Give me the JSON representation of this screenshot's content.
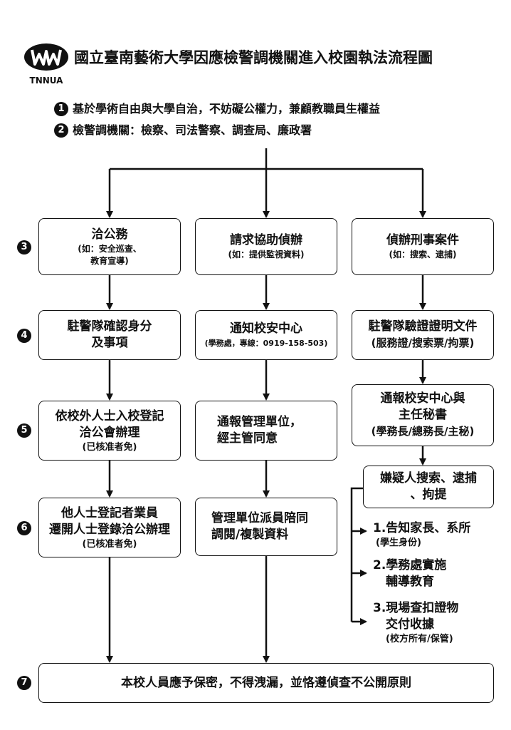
{
  "header": {
    "logo_text": "TNNUA",
    "title": "國立臺南藝術大學因應檢警調機關進入校園執法流程圖"
  },
  "notes": [
    {
      "num": "1",
      "text": "基於學術自由與大學自治，不妨礙公權力，兼顧教職員生權益"
    },
    {
      "num": "2",
      "text": "檢警調機關：檢察、司法警察、調查局、廉政署"
    }
  ],
  "row_numbers": [
    "3",
    "4",
    "5",
    "6",
    "7"
  ],
  "col1": {
    "b1": {
      "title": "洽公務",
      "sub1": "(如：安全巡查、",
      "sub2": "教育宣導)"
    },
    "b2": {
      "line1": "駐警隊確認身分",
      "line2": "及事項"
    },
    "b3": {
      "line1": "依校外人士入校登記",
      "line2": "洽公會辦理",
      "sub": "(已核准者免)"
    },
    "b4": {
      "line1": "他人士登記者業員",
      "line2": "遷開人士登錄洽公辦理",
      "sub": "(已核准者免)"
    }
  },
  "col2": {
    "b1": {
      "title": "請求協助偵辦",
      "sub": "(如：提供監視資料)"
    },
    "b2": {
      "title": "通知校安中心",
      "sub": "(學務處，專線：0919-158-503)"
    },
    "b3": {
      "line1": "通報管理單位，",
      "line2": "經主管同意"
    },
    "b4": {
      "line1": "管理單位派員陪同",
      "line2": "調閱/複製資料"
    }
  },
  "col3": {
    "b1": {
      "title": "偵辦刑事案件",
      "sub": "(如：搜索、逮捕)"
    },
    "b2": {
      "line1": "駐警隊驗證證明文件",
      "line2": "(服務證/搜索票/拘票)"
    },
    "b3": {
      "line1": "通報校安中心與",
      "line2": "主任秘書",
      "line3": "(學務長/總務長/主秘)"
    },
    "b4": {
      "line1": "嫌疑人搜索、逮捕",
      "line2": "、拘提"
    },
    "steps": [
      {
        "line1": "1.告知家長、系所",
        "sub": "(學生身份)"
      },
      {
        "line1": "2.學務處實施",
        "line2": "輔導教育"
      },
      {
        "line1": "3.現場查扣證物",
        "line2": "交付收據",
        "sub": "(校方所有/保管)"
      }
    ]
  },
  "footer": {
    "text": "本校人員應予保密，不得洩漏，並恪遵偵查不公開原則"
  }
}
